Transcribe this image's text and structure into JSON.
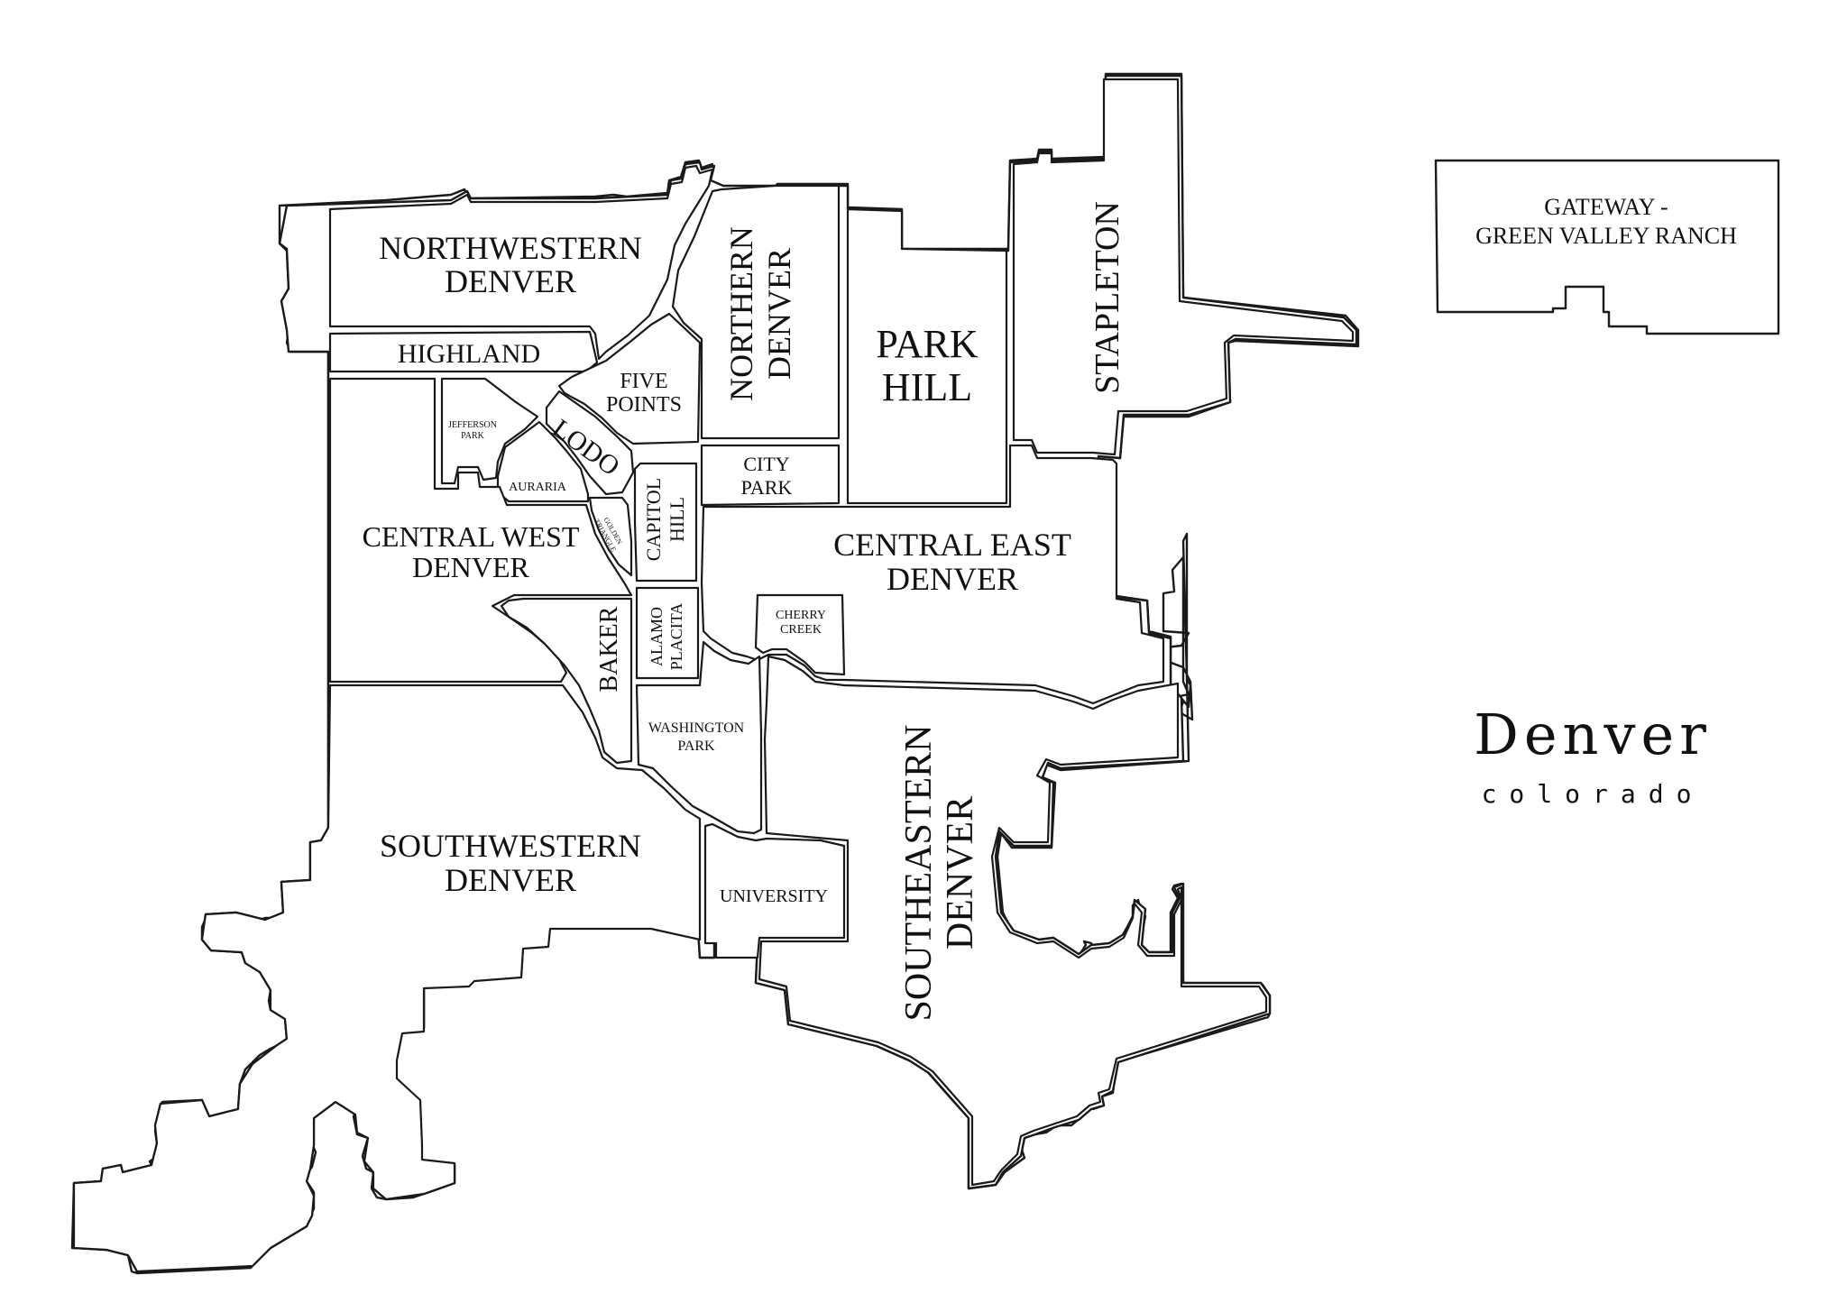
{
  "map": {
    "title": "Denver",
    "subtitle": "colorado",
    "colors": {
      "background": "#ffffff",
      "line": "#1a1a1a",
      "fill": "#ffffff",
      "text": "#111111"
    },
    "districts": {
      "northwestern_denver": [
        "NORTHWESTERN",
        "DENVER"
      ],
      "highland": [
        "HIGHLAND"
      ],
      "five_points": [
        "FIVE",
        "POINTS"
      ],
      "northern_denver": [
        "NORTHERN",
        "DENVER"
      ],
      "park_hill": [
        "PARK",
        "HILL"
      ],
      "stapleton": [
        "STAPLETON"
      ],
      "gateway_green_valley_ranch": [
        "GATEWAY -",
        "GREEN VALLEY RANCH"
      ],
      "jefferson_park": [
        "JEFFERSON",
        "PARK"
      ],
      "lodo": [
        "LODO"
      ],
      "auraria": [
        "AURARIA"
      ],
      "golden_triangle": [
        "GOLDEN",
        "TRIANGLE"
      ],
      "capitol_hill": [
        "CAPITOL",
        "HILL"
      ],
      "city_park": [
        "CITY",
        "PARK"
      ],
      "central_west_denver": [
        "CENTRAL WEST",
        "DENVER"
      ],
      "central_east_denver": [
        "CENTRAL EAST",
        "DENVER"
      ],
      "baker": [
        "BAKER"
      ],
      "alamo_placita": [
        "ALAMO",
        "PLACITA"
      ],
      "cherry_creek": [
        "CHERRY",
        "CREEK"
      ],
      "washington_park": [
        "WASHINGTON",
        "PARK"
      ],
      "southwestern_denver": [
        "SOUTHWESTERN",
        "DENVER"
      ],
      "university": [
        "UNIVERSITY"
      ],
      "southeastern_denver": [
        "SOUTHEASTERN",
        "DENVER"
      ]
    }
  }
}
